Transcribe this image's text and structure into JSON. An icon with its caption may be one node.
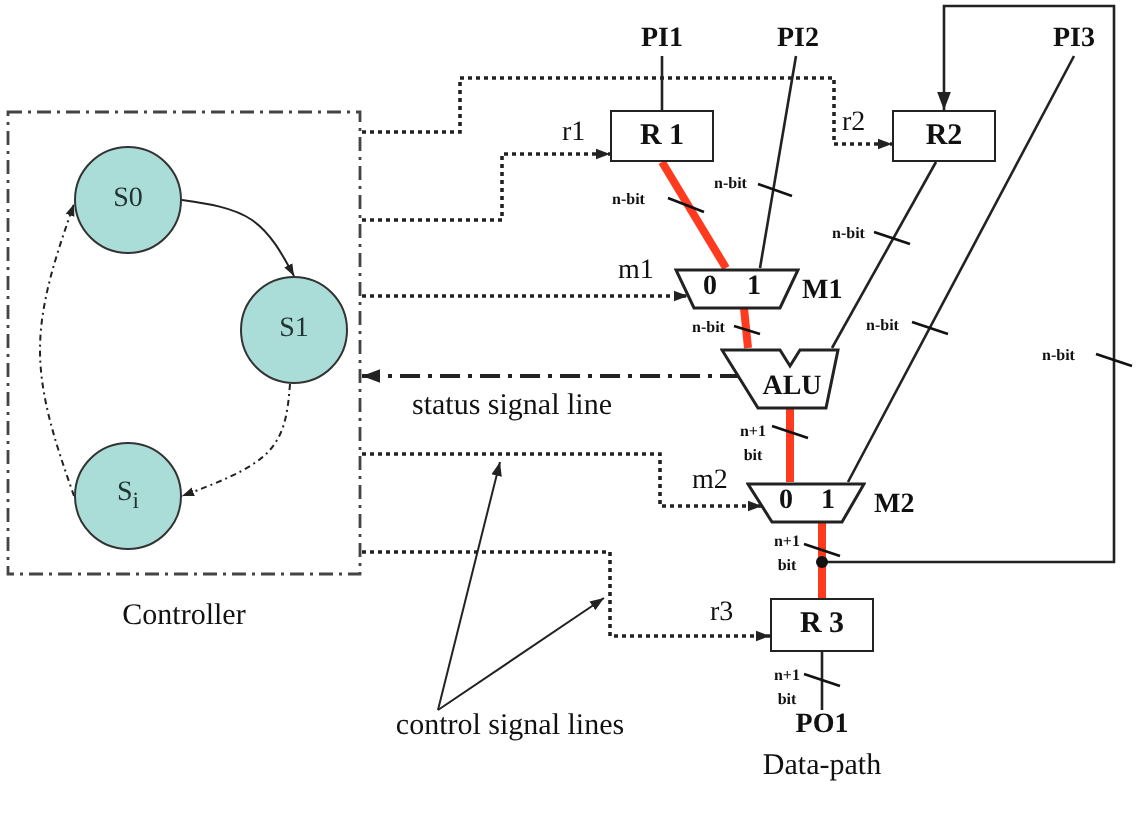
{
  "diagram": {
    "nodes": [
      {
        "text": [
          "Controller"
        ]
      },
      {
        "text": [
          "S0"
        ],
        "in": 0
      },
      {
        "text": [
          "S1"
        ],
        "in": 0
      },
      {
        "text": [
          "S$_{i}$"
        ],
        "in": 0
      },
      {
        "text": [
          "PI1"
        ]
      },
      {
        "text": [
          "PI2"
        ]
      },
      {
        "text": [
          "PI3"
        ]
      },
      {
        "text": [
          "R 1"
        ]
      },
      {
        "text": [
          "R2"
        ]
      },
      {
        "text": [
          "0",
          "1"
        ],
        "beside": [
          "M1"
        ]
      },
      {
        "text": [
          "ALU"
        ]
      },
      {
        "text": [
          "0",
          "1"
        ],
        "beside": [
          "M2"
        ]
      },
      {
        "text": [
          "R 3"
        ]
      },
      {
        "text": [
          "PO1"
        ]
      },
      {
        "text": [
          "control signal lines"
        ]
      }
    ],
    "edges": [
      {
        "from": 1,
        "to": 2,
        "arrow": "to"
      },
      {
        "from": 2,
        "to": 3,
        "arrow": "to",
        "style": "dashed"
      },
      {
        "from": 3,
        "to": 1,
        "arrow": "to",
        "style": "dashed"
      },
      {
        "from": 0,
        "to": 8,
        "arrow": "to",
        "style": "dashed",
        "label": "r2"
      },
      {
        "from": 0,
        "to": 7,
        "arrow": "to",
        "style": "dashed",
        "label": "r1"
      },
      {
        "from": 0,
        "to": 9,
        "arrow": "to",
        "style": "dashed",
        "label": "m1"
      },
      {
        "from": 10,
        "to": 0,
        "arrow": "to",
        "style": "dashed",
        "label": "status signal line"
      },
      {
        "from": 0,
        "to": 11,
        "arrow": "to",
        "style": "dashed",
        "label": "m2"
      },
      {
        "from": 0,
        "to": 12,
        "arrow": "to",
        "style": "dashed",
        "label": "r3"
      },
      {
        "from": 4,
        "to": 7,
        "arrow": "none"
      },
      {
        "from": 5,
        "to": 9,
        "arrow": "none"
      },
      {
        "from": 8,
        "to": 10,
        "arrow": "none"
      },
      {
        "from": 6,
        "to": 11,
        "arrow": "none"
      },
      {
        "from": 11,
        "to": 8,
        "arrow": "to"
      },
      {
        "from": 12,
        "to": 13,
        "arrow": "none"
      },
      {
        "from": 7,
        "to": 9,
        "arrow": "none",
        "style": "thick",
        "color": "#ff3b1f"
      },
      {
        "from": 9,
        "to": 10,
        "arrow": "none",
        "style": "thick",
        "color": "#ff3b1f"
      },
      {
        "from": 10,
        "to": 11,
        "arrow": "none",
        "style": "thick",
        "color": "#ff3b1f"
      },
      {
        "from": 11,
        "to": 12,
        "arrow": "none",
        "style": "thick",
        "color": "#ff3b1f"
      },
      {
        "from": 14,
        "to": null,
        "arrow": "to"
      },
      {
        "from": 14,
        "to": null,
        "arrow": "to"
      }
    ],
    "labels": [
      "n-bit",
      "n-bit",
      "n-bit",
      "n-bit",
      "n-bit",
      "n-bit",
      "n+1 bit",
      "n+1 bit",
      "n+1 bit",
      "Data-path"
    ]
  }
}
